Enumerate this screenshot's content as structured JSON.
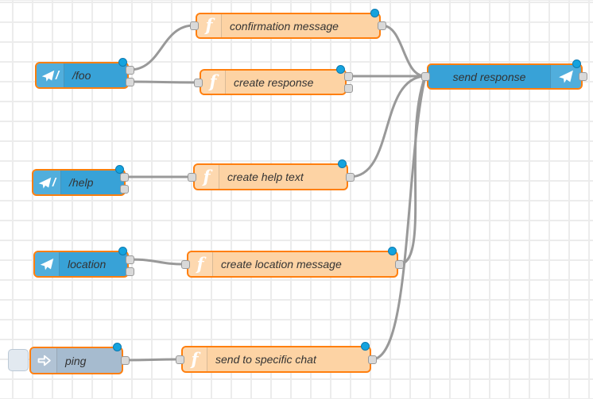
{
  "app": {
    "name": "Node-RED flow editor",
    "view": "flow canvas"
  },
  "colors": {
    "selected_border": "#ff7f0e",
    "telegram_node": "#38a2d7",
    "function_node": "#fdd3a4",
    "inject_node": "#a6bbcf",
    "wire": "#999999",
    "changed_dot": "#14a3de",
    "grid_line": "#ececec"
  },
  "icons": {
    "function_glyph": "f",
    "command_slash": "/"
  },
  "nodes": {
    "foo": {
      "label": "/foo",
      "type": "telegram-command",
      "outputs": 2,
      "changed": true
    },
    "confirmation_message": {
      "label": "confirmation message",
      "type": "function",
      "outputs": 1,
      "changed": true
    },
    "create_response": {
      "label": "create response",
      "type": "function",
      "outputs": 2,
      "changed": true
    },
    "send_response": {
      "label": "send response",
      "type": "telegram-sender",
      "outputs": 1,
      "changed": true
    },
    "help": {
      "label": "/help",
      "type": "telegram-command",
      "outputs": 2,
      "changed": true
    },
    "create_help_text": {
      "label": "create help text",
      "type": "function",
      "outputs": 1,
      "changed": true
    },
    "location": {
      "label": "location",
      "type": "telegram-event",
      "outputs": 2,
      "changed": true
    },
    "create_location_message": {
      "label": "create location message",
      "type": "function",
      "outputs": 1,
      "changed": true
    },
    "ping": {
      "label": "ping",
      "type": "inject",
      "outputs": 1,
      "changed": true
    },
    "send_to_specific_chat": {
      "label": "send to specific chat",
      "type": "function",
      "outputs": 1,
      "changed": true
    }
  },
  "wires": [
    {
      "from": "/foo (output 1)",
      "to": "confirmation message"
    },
    {
      "from": "/foo (output 2)",
      "to": "create response"
    },
    {
      "from": "confirmation message",
      "to": "send response"
    },
    {
      "from": "create response (output 1)",
      "to": "send response"
    },
    {
      "from": "/help (output 1)",
      "to": "create help text"
    },
    {
      "from": "create help text",
      "to": "send response"
    },
    {
      "from": "location (output 1)",
      "to": "create location message"
    },
    {
      "from": "create location message",
      "to": "send response"
    },
    {
      "from": "ping",
      "to": "send to specific chat"
    },
    {
      "from": "send to specific chat",
      "to": "send response"
    }
  ]
}
